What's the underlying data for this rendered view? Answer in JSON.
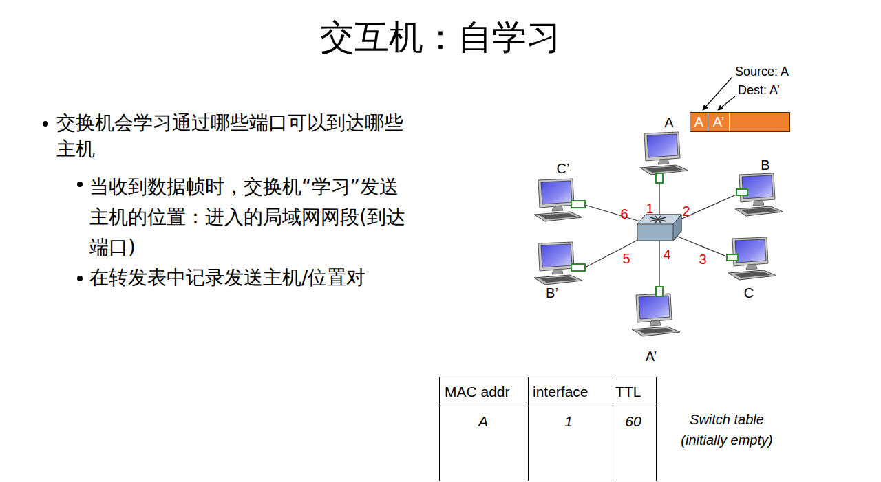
{
  "diagram": {
    "title": "交互机：自学习",
    "nodes": [
      {
        "text": [
          "A",
          "A’"
        ]
      }
    ],
    "labels": [
      "交换机会学习通过哪些端口可以到达哪些主机",
      "当收到数据帧时，交换机“学习”发送主机的位置：进入的局域网网段(到达端口)",
      "在转发表中记录发送主机/位置对",
      "A",
      "B",
      "C",
      "A’",
      "B’",
      "C’",
      "1",
      "2",
      "3",
      "4",
      "5",
      "6",
      "Source: A",
      "Dest: A’",
      "MAC addr",
      "interface",
      "TTL",
      "A",
      "1",
      "60",
      "Switch table (initially empty)"
    ]
  }
}
